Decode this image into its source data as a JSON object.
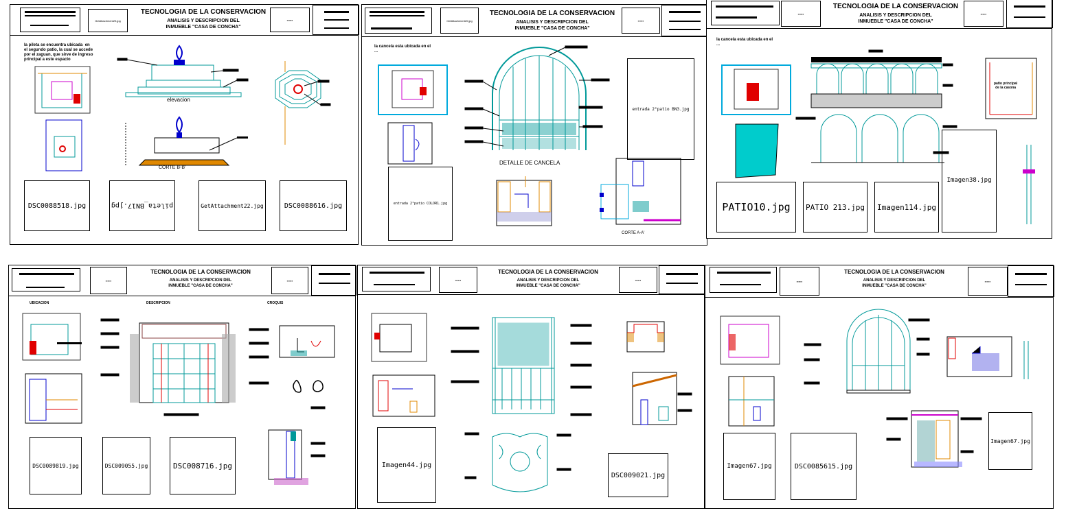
{
  "header": {
    "title": "TECNOLOGIA DE LA CONSERVACION",
    "subtitle_line1": "ANALISIS Y DESCRIPCION  DEL",
    "subtitle_line2": "INMUEBLE \"CASA DE CONCHA\""
  },
  "sheet1": {
    "thumb_left": "GetAttachment23.jpg",
    "note": "la pileta se encuentra ubicada  en\nel segundo patio, la cual se accede\npor el zaguan, que sirve de ingreso\nprincipal a este espacio",
    "elevation_label": "elevacion",
    "section_label": "CORTE B-B'",
    "images": [
      "DSC0088518.jpg",
      "pileta_BN17.jpg",
      "GetAttachment22.jpg",
      "DSC0088616.jpg"
    ]
  },
  "sheet2": {
    "thumb_left": "GetAttachment20.jpg",
    "note": "la cancela esta ubicada en el\n...",
    "detail_label": "DETALLE DE CANCELA",
    "section_label": "CORTE A-A'",
    "photo_right": "entrada 2°patio BN3.jpg",
    "photo_left": "entrada 2°patio COLOR1.jpg"
  },
  "sheet3": {
    "note": "la cancela esta ubicada en el\n...",
    "patio_label": "patio principal\nde la casona",
    "images": [
      "PATIO10.jpg",
      "PATIO 213.jpg",
      "Imagen114.jpg",
      "Imagen38.jpg"
    ]
  },
  "sheet4": {
    "col_ubicacion": "UBICACION",
    "col_descripcion": "DESCRIPCION",
    "col_croquis": "CROQUIS",
    "images": [
      "DSC0089819.jpg",
      "DSC009055.jpg",
      "DSC008716.jpg"
    ]
  },
  "sheet5": {
    "images": [
      "Imagen44.jpg",
      "DSC009021.jpg"
    ]
  },
  "sheet6": {
    "images": [
      "Imagen67.jpg",
      "DSC0085615.jpg",
      "Imagen67.jpg"
    ]
  },
  "colors": {
    "cad_cyan": "#009999",
    "cad_blue": "#0000cc",
    "cad_red": "#e00000",
    "cad_orange": "#e08800",
    "cad_magenta": "#cc00cc"
  }
}
